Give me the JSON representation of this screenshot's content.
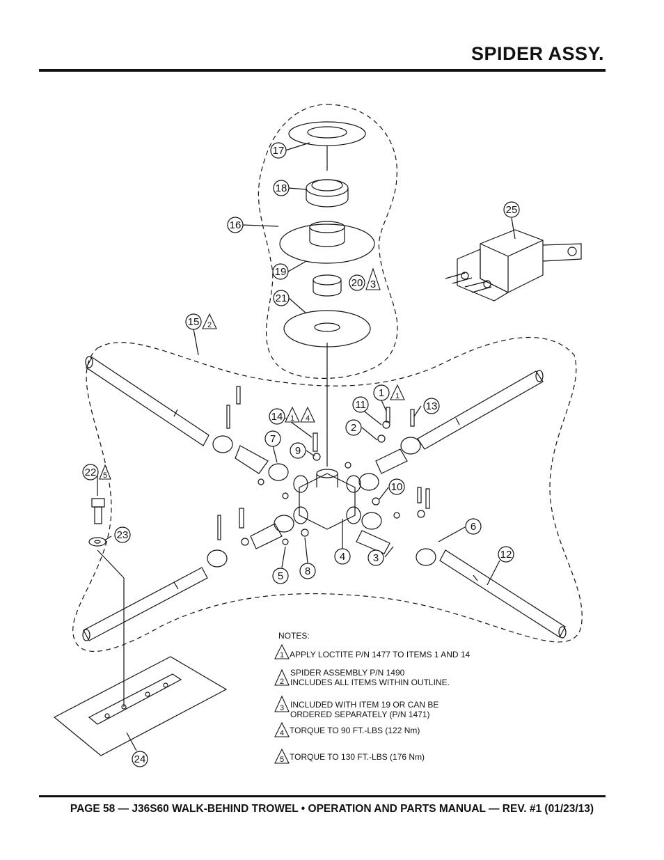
{
  "header": {
    "title": "SPIDER ASSY."
  },
  "footer": {
    "text": "PAGE 58 — J36S60 WALK-BEHIND TROWEL • OPERATION AND PARTS MANUAL — REV. #1 (01/23/13)"
  },
  "callouts": [
    {
      "id": "c1",
      "num": "1"
    },
    {
      "id": "c2",
      "num": "2"
    },
    {
      "id": "c3",
      "num": "3"
    },
    {
      "id": "c4",
      "num": "4"
    },
    {
      "id": "c5",
      "num": "5"
    },
    {
      "id": "c6",
      "num": "6"
    },
    {
      "id": "c7",
      "num": "7"
    },
    {
      "id": "c8",
      "num": "8"
    },
    {
      "id": "c9",
      "num": "9"
    },
    {
      "id": "c10",
      "num": "10"
    },
    {
      "id": "c11",
      "num": "11"
    },
    {
      "id": "c12",
      "num": "12"
    },
    {
      "id": "c13",
      "num": "13"
    },
    {
      "id": "c14",
      "num": "14"
    },
    {
      "id": "c15",
      "num": "15"
    },
    {
      "id": "c16",
      "num": "16"
    },
    {
      "id": "c17",
      "num": "17"
    },
    {
      "id": "c18",
      "num": "18"
    },
    {
      "id": "c19",
      "num": "19"
    },
    {
      "id": "c20",
      "num": "20"
    },
    {
      "id": "c21",
      "num": "21"
    },
    {
      "id": "c22",
      "num": "22"
    },
    {
      "id": "c23",
      "num": "23"
    },
    {
      "id": "c24",
      "num": "24"
    },
    {
      "id": "c25",
      "num": "25"
    }
  ],
  "note_flags": {
    "t1": "1",
    "t14a": "1",
    "t14b": "4",
    "t15": "2",
    "t20": "3",
    "t22": "5"
  },
  "notes": {
    "heading": "NOTES:",
    "items": [
      {
        "num": "1",
        "lines": [
          "APPLY LOCTITE  P/N 1477 TO ITEMS 1 AND 14"
        ]
      },
      {
        "num": "2",
        "lines": [
          "SPIDER ASSEMBLY P/N 1490",
          "INCLUDES ALL ITEMS WITHIN OUTLINE."
        ]
      },
      {
        "num": "3",
        "lines": [
          "INCLUDED WITH ITEM 19 OR CAN BE",
          "ORDERED SEPARATELY (P/N 1471)"
        ]
      },
      {
        "num": "4",
        "lines": [
          "TORQUE TO 90 FT.-LBS (122 Nm)"
        ]
      },
      {
        "num": "5",
        "lines": [
          "TORQUE TO 130 FT.-LBS (176 Nm)"
        ]
      }
    ]
  }
}
